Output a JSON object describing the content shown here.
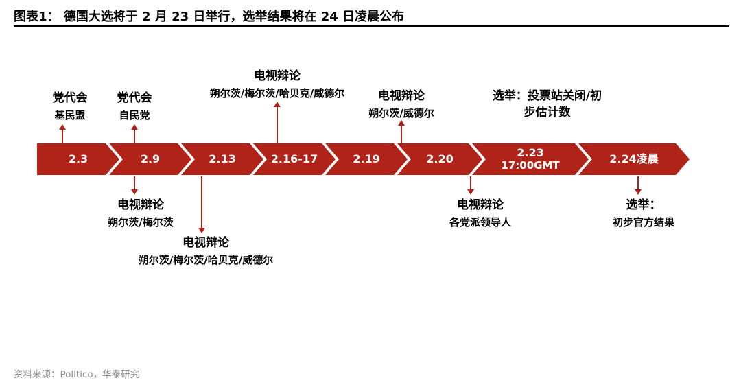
{
  "colors": {
    "accent": "#AF2318",
    "source_text": "#8C8C8C"
  },
  "header": {
    "title": "图表1：  德国大选将于 2 月 23 日举行，选举结果将在 24 日凌晨公布"
  },
  "timeline": {
    "nodes": [
      {
        "date": "2.3"
      },
      {
        "date": "2.9"
      },
      {
        "date": "2.13"
      },
      {
        "date": "2.16-17"
      },
      {
        "date": "2.19"
      },
      {
        "date": "2.20"
      },
      {
        "date": "2.23",
        "time": "17:00GMT"
      },
      {
        "date": "2.24凌晨"
      }
    ]
  },
  "annotations": {
    "above": [
      {
        "title": "党代会",
        "detail": "基民盟"
      },
      {
        "title": "党代会",
        "detail": "自民党"
      },
      {
        "title": "电视辩论",
        "detail": "朔尔茨/梅尔茨/哈贝克/威德尔"
      },
      {
        "title": "电视辩论",
        "detail": "朔尔茨/威德尔"
      },
      {
        "line1": "选举：投票站关闭/初",
        "line2": "步估计数"
      }
    ],
    "below": [
      {
        "title": "电视辩论",
        "detail": "朔尔茨/梅尔茨"
      },
      {
        "title": "电视辩论",
        "detail": "朔尔茨/梅尔茨/哈贝克/威德尔"
      },
      {
        "title": "电视辩论",
        "detail": "各党派领导人"
      },
      {
        "title": "选举：",
        "detail": "初步官方结果"
      }
    ]
  },
  "footer": {
    "source": "资料来源：Politico，华泰研究"
  }
}
